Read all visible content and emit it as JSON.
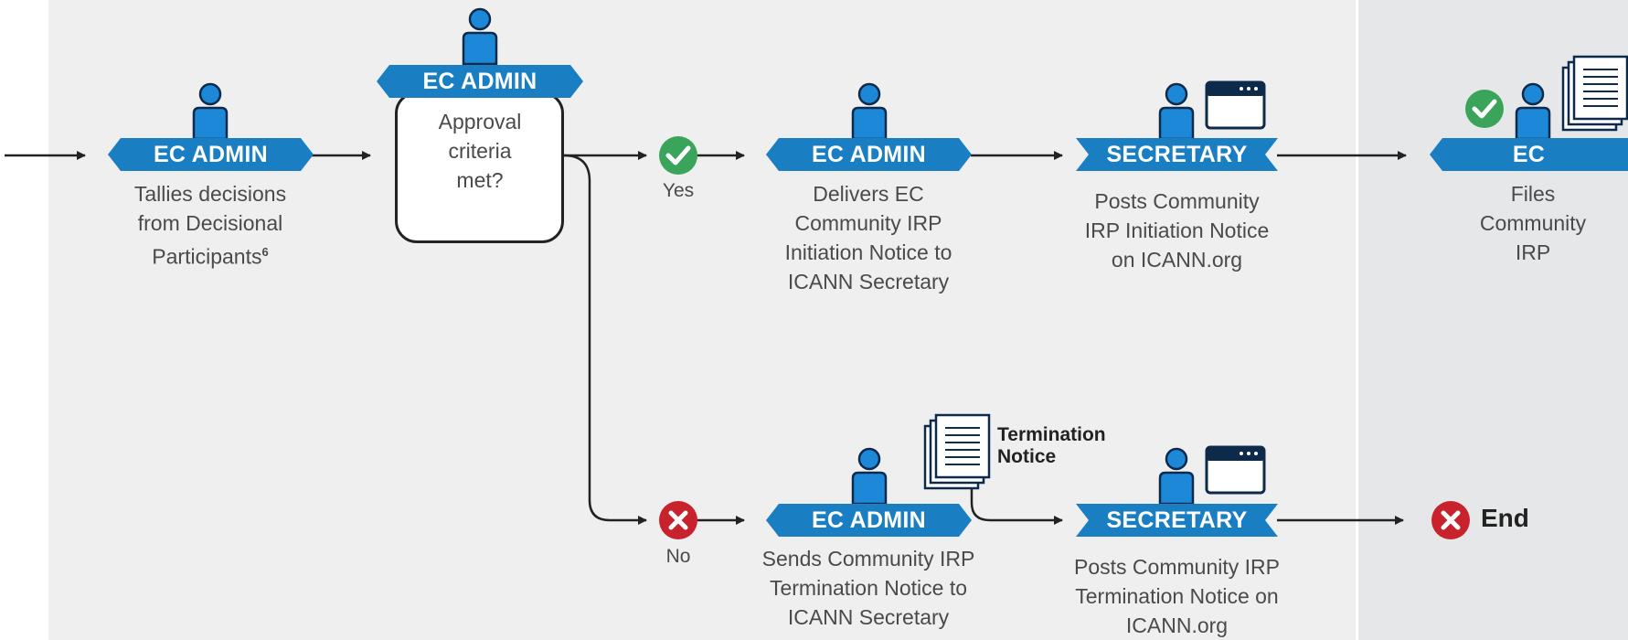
{
  "colors": {
    "role_blue": "#1a7fc2",
    "person_blue": "#1e88d8",
    "yes_green": "#3aa55a",
    "no_red": "#c8232c"
  },
  "steps": {
    "tally": {
      "role": "EC ADMIN",
      "text_lines": [
        "Tallies decisions",
        "from Decisional",
        "Participants"
      ],
      "footnote": "6"
    },
    "decision": {
      "role": "EC ADMIN",
      "text_lines": [
        "Approval",
        "criteria",
        "met?"
      ]
    },
    "deliver": {
      "role": "EC ADMIN",
      "text_lines": [
        "Delivers EC",
        "Community IRP",
        "Initiation Notice to",
        "ICANN Secretary"
      ]
    },
    "post_init": {
      "role": "SECRETARY",
      "text_lines": [
        "Posts Community",
        "IRP Initiation Notice",
        "on ICANN.org"
      ]
    },
    "file": {
      "role": "EC",
      "text_lines": [
        "Files",
        "Community",
        "IRP"
      ]
    },
    "send_term": {
      "role": "EC ADMIN",
      "text_lines": [
        "Sends Community IRP",
        "Termination Notice to",
        "ICANN Secretary"
      ]
    },
    "post_term": {
      "role": "SECRETARY",
      "text_lines": [
        "Posts Community IRP",
        "Termination Notice on",
        "ICANN.org"
      ]
    }
  },
  "branches": {
    "yes": "Yes",
    "no": "No"
  },
  "document_label_lines": [
    "Termination",
    "Notice"
  ],
  "end_label": "End"
}
